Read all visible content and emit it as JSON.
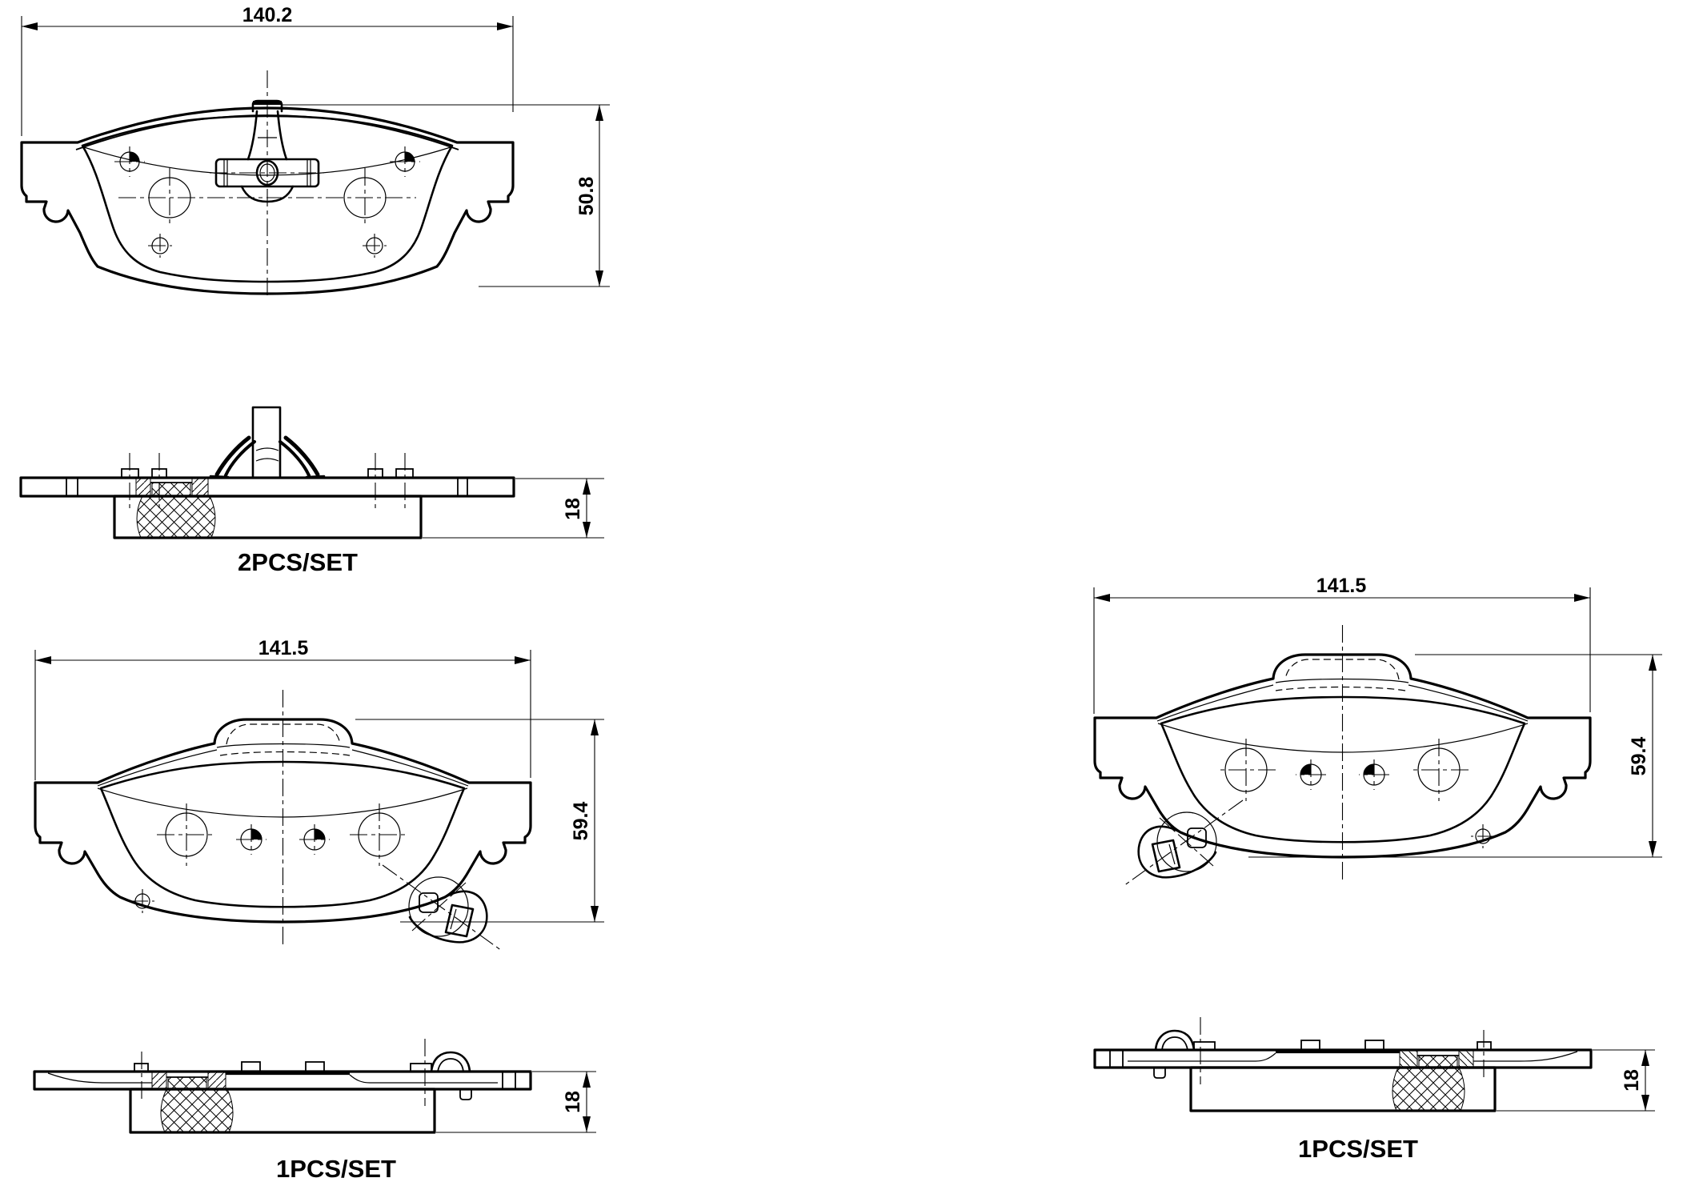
{
  "views": {
    "top_left": {
      "set_label": "2PCS/SET",
      "width_mm": "140.2",
      "height_mm": "50.8",
      "thickness_mm": "18"
    },
    "bottom_left": {
      "set_label": "1PCS/SET",
      "width_mm": "141.5",
      "height_mm": "59.4",
      "thickness_mm": "18"
    },
    "right": {
      "set_label": "1PCS/SET",
      "width_mm": "141.5",
      "height_mm": "59.4",
      "thickness_mm": "18"
    }
  },
  "colors": {
    "line": "#000000",
    "background": "#ffffff"
  }
}
